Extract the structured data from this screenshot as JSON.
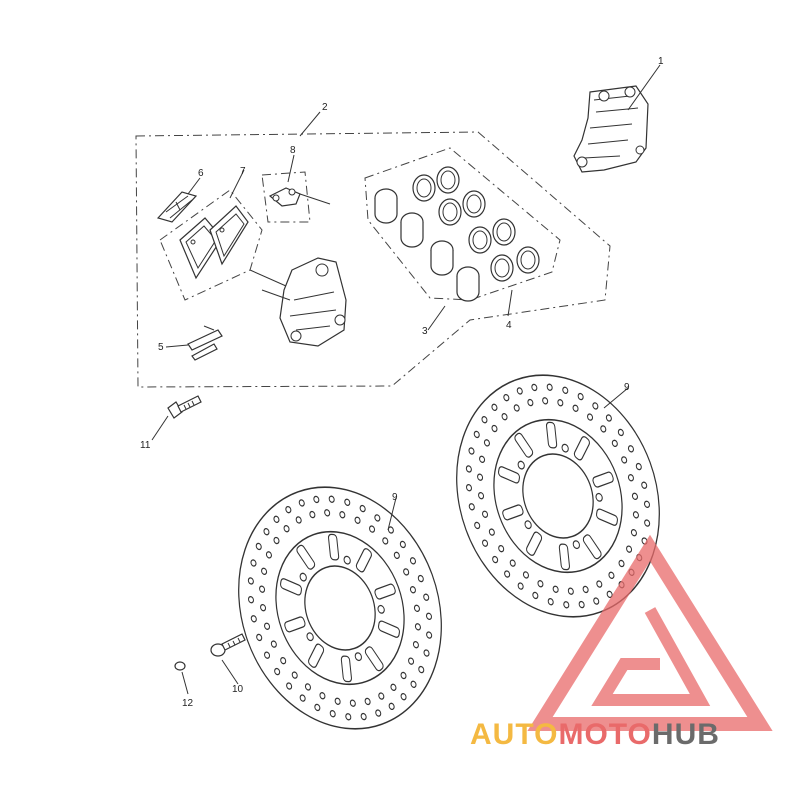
{
  "callouts": [
    {
      "id": "1",
      "label": "1"
    },
    {
      "id": "2",
      "label": "2"
    },
    {
      "id": "3",
      "label": "3"
    },
    {
      "id": "4",
      "label": "4"
    },
    {
      "id": "5",
      "label": "5"
    },
    {
      "id": "6",
      "label": "6"
    },
    {
      "id": "7",
      "label": "7"
    },
    {
      "id": "8",
      "label": "8"
    },
    {
      "id": "9a",
      "label": "9"
    },
    {
      "id": "9b",
      "label": "9"
    },
    {
      "id": "10",
      "label": "10"
    },
    {
      "id": "11",
      "label": "11"
    },
    {
      "id": "12",
      "label": "12"
    }
  ],
  "watermark": {
    "part1": "AUTO",
    "part2": "MOTO",
    "part3": "HUB",
    "color1": "#f4b942",
    "color2": "#e96a6a",
    "color3": "#6b6b6b",
    "triangle_color": "#e96a6a"
  }
}
